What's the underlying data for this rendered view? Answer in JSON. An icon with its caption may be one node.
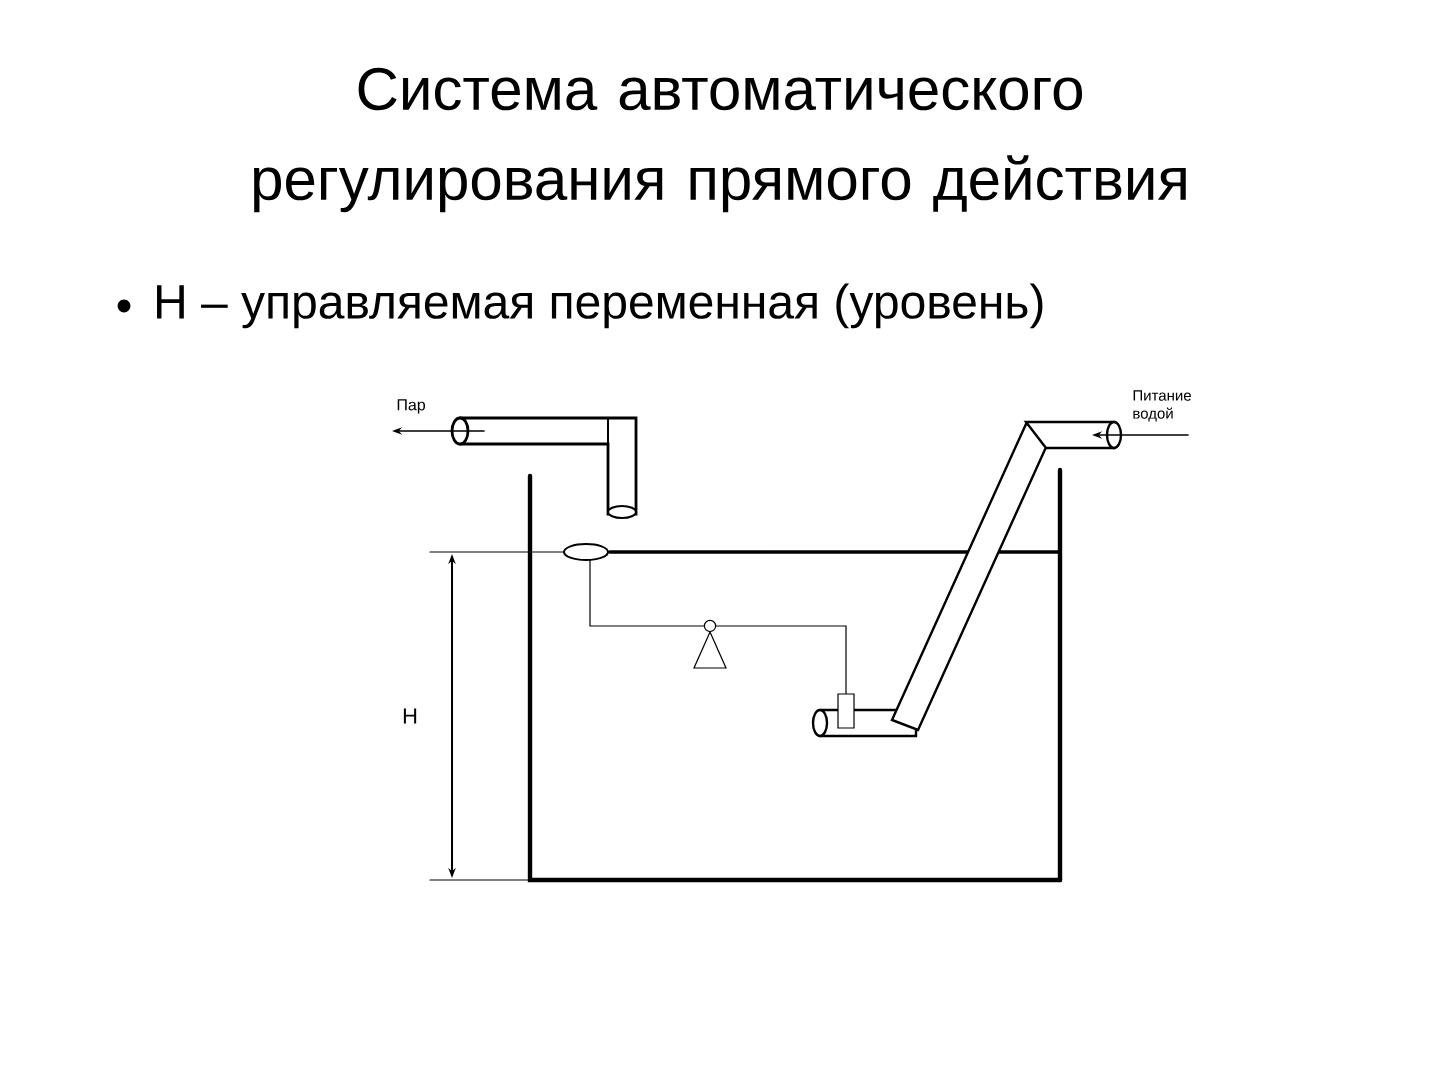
{
  "diagram": {
    "title": "Система автоматического регулирования прямого действия",
    "labels": [
      "Н – управляемая переменная (уровень)",
      "Пар",
      "Питание водой",
      "Н"
    ]
  }
}
